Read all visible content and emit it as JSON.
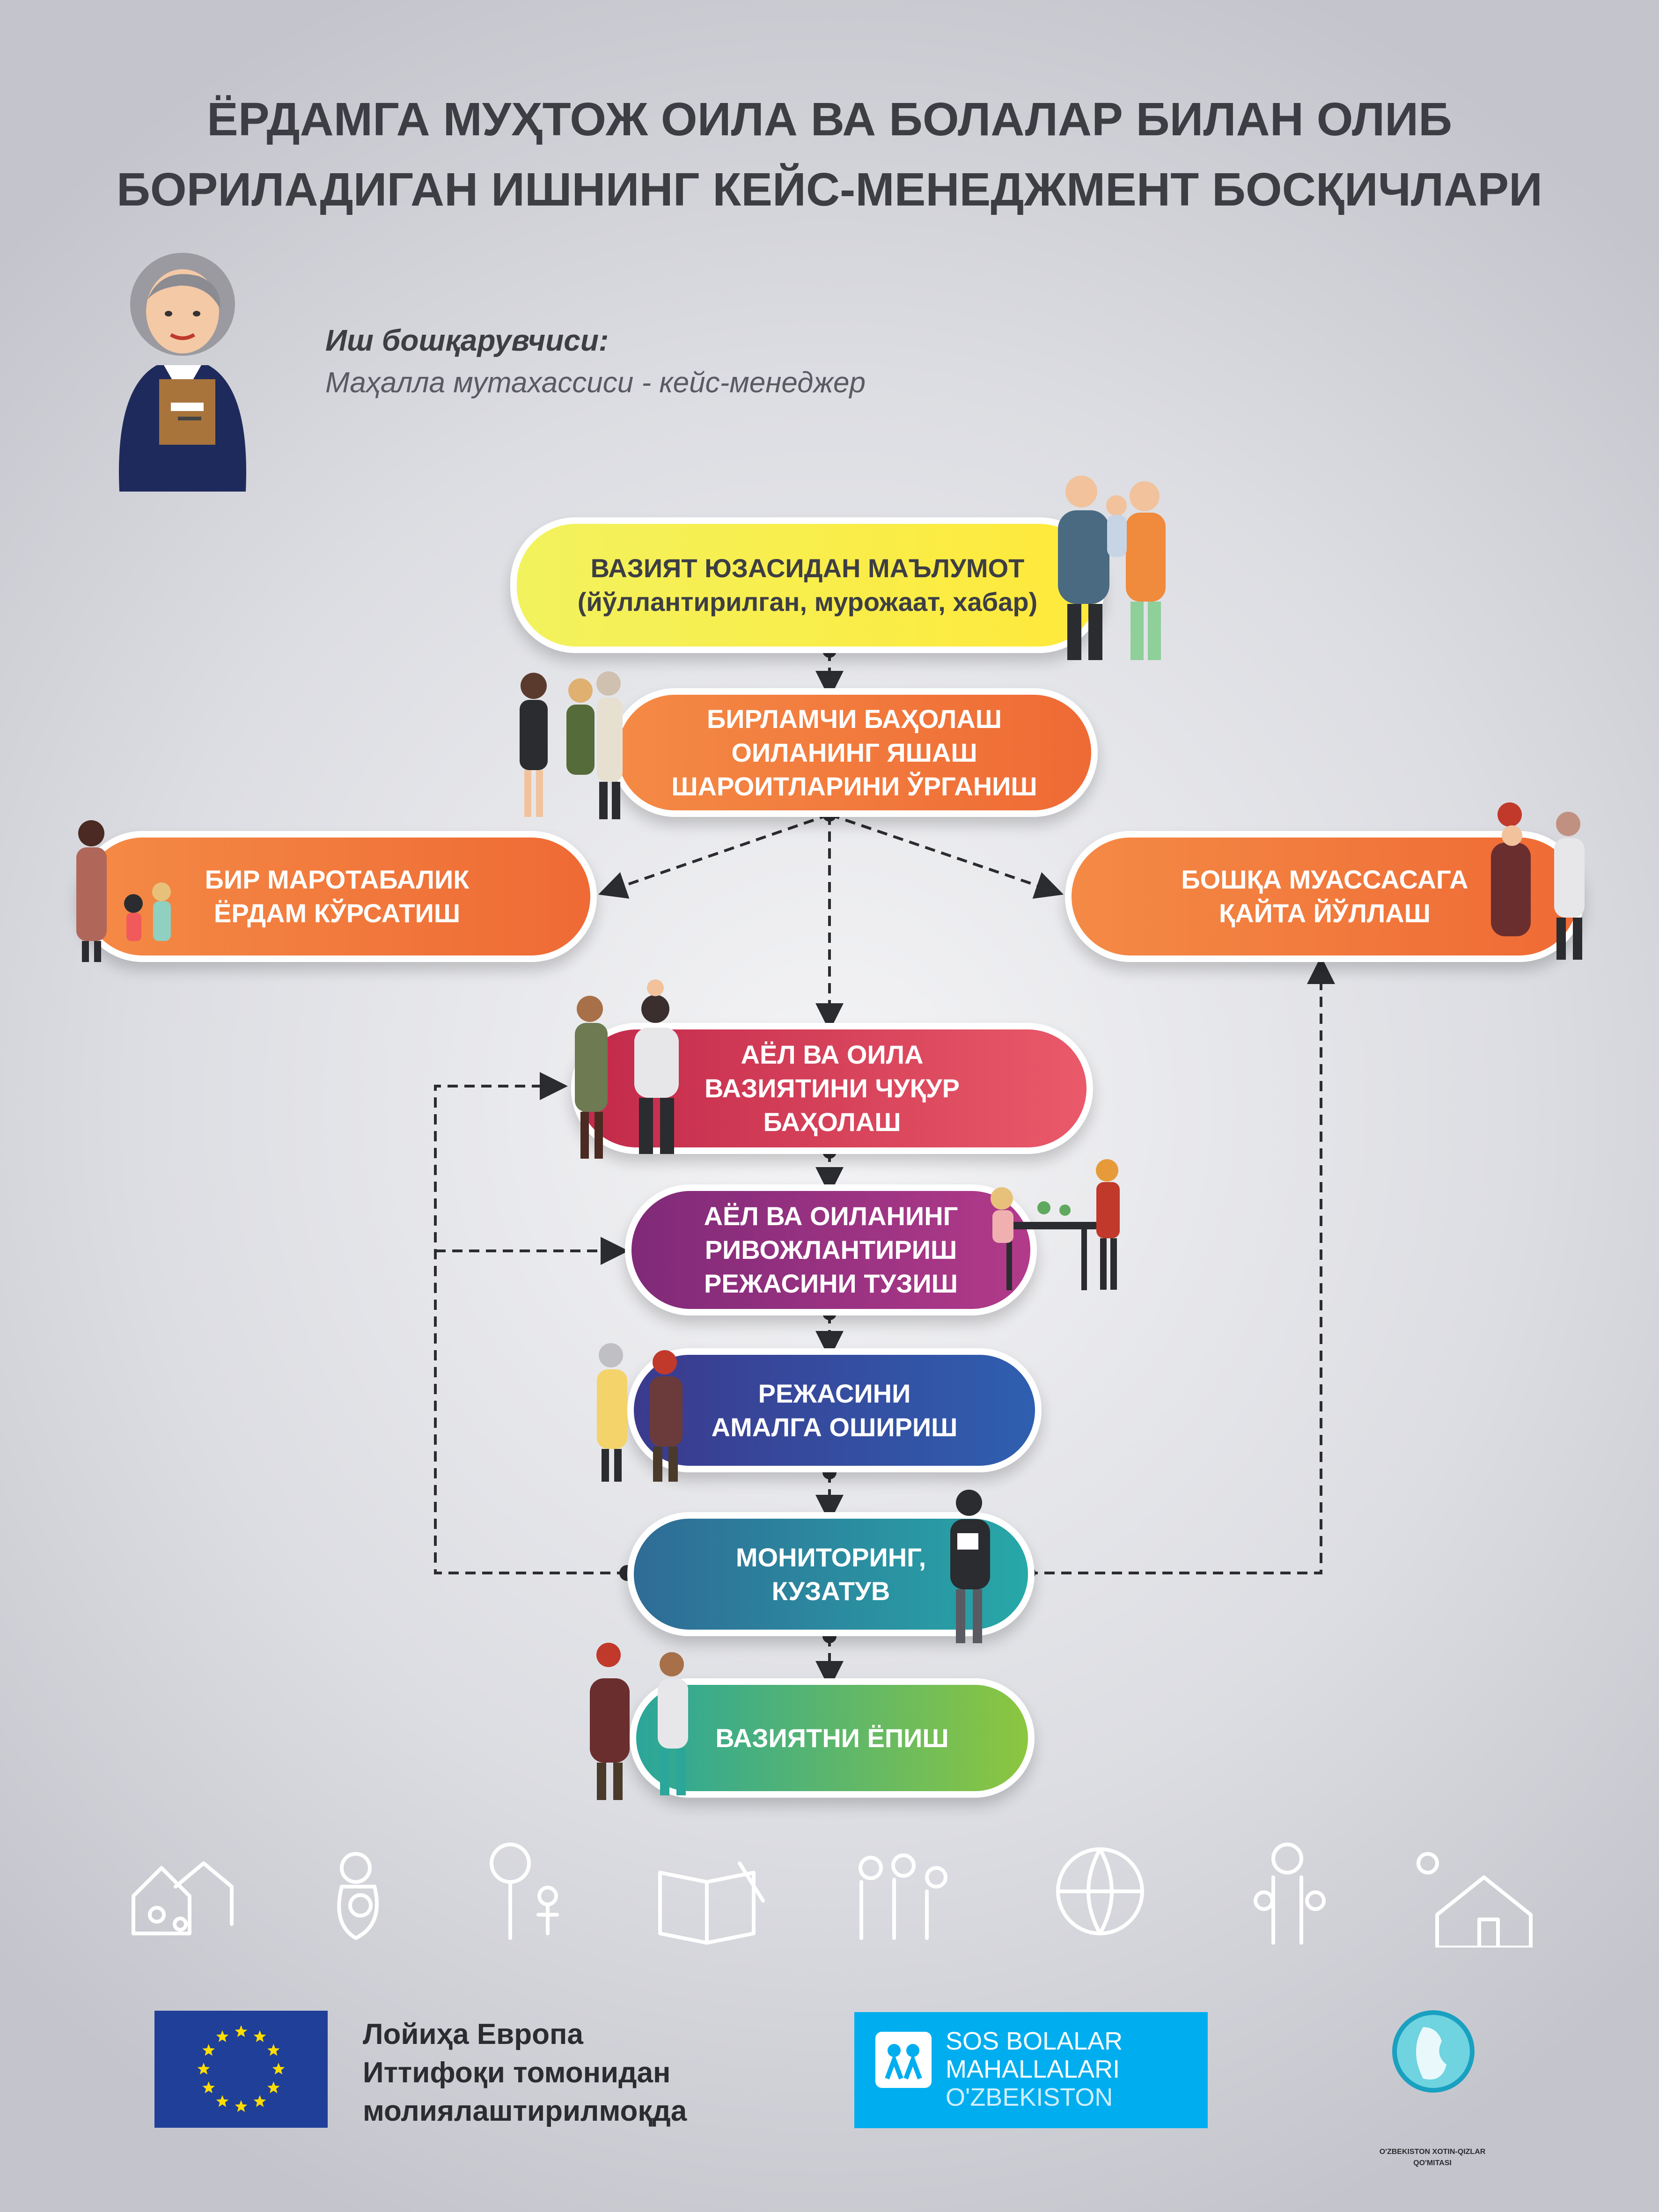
{
  "title": {
    "line1": "ЁРДАМГА МУҲТОЖ ОИЛА ВА БОЛАЛАР БИЛАН ОЛИБ",
    "line2": "БОРИЛАДИГАН ИШНИНГ КЕЙС-МЕНЕДЖМЕНТ БОСҚИЧЛАРИ"
  },
  "manager": {
    "label": "Иш бошқарувчиси:",
    "value": "Маҳалла мутахассиси - кейс-менеджер"
  },
  "steps": {
    "info": {
      "text": "ВАЗИЯТ ЮЗАСИДАН МАЪЛУМОТ\n(йўллантирилган, мурожаат, хабар)",
      "color_from": "#f2f25e",
      "color_to": "#ffe93a",
      "text_color": "#3d3e44"
    },
    "primary": {
      "text": "БИРЛАМЧИ БАҲОЛАШ\nОИЛАНИНГ ЯШАШ\nШАРОИТЛАРИНИ ЎРГАНИШ",
      "color_from": "#f48a45",
      "color_to": "#ef6a35"
    },
    "onetime": {
      "text": "БИР МАРОТАБАЛИК\nЁРДАМ КЎРСАТИШ",
      "color_from": "#f48a45",
      "color_to": "#ef6a35"
    },
    "referral": {
      "text": "БОШҚА МУАССАСАГА\nҚАЙТА ЙЎЛЛАШ",
      "color_from": "#f48a45",
      "color_to": "#ef6a35"
    },
    "deep": {
      "text": "АЁЛ ВА ОИЛА\nВАЗИЯТИНИ ЧУҚУР\nБАҲОЛАШ",
      "color_from": "#c2294a",
      "color_to": "#ea5a6a"
    },
    "plan": {
      "text": "АЁЛ ВА ОИЛАНИНГ\nРИВОЖЛАНТИРИШ\nРЕЖАСИНИ ТУЗИШ",
      "color_from": "#7f2a78",
      "color_to": "#b23a8a"
    },
    "implement": {
      "text": "РЕЖАСИНИ\nАМАЛГА ОШИРИШ",
      "color_from": "#3b3a8e",
      "color_to": "#2f5fb0"
    },
    "monitor": {
      "text": "МОНИТОРИНГ,\nКУЗАТУВ",
      "color_from": "#2f6b96",
      "color_to": "#27a8a8"
    },
    "close": {
      "text": "ВАЗИЯТНИ ЁПИШ",
      "color_from": "#2aa69a",
      "color_to": "#8cc63f"
    }
  },
  "icons": [
    "houses-icon",
    "mother-child-icon",
    "child-tree-icon",
    "book-icon",
    "family-icon",
    "globe-children-icon",
    "parent-children-icon",
    "house-sun-icon"
  ],
  "footer": {
    "eu_text": "Лойиҳа Европа\nИттифоқи томонидан\nмолиялаштирилмоқда",
    "sos_line1": "SOS BOLALAR",
    "sos_line2": "MAHALLALARI",
    "sos_line3": "O'ZBEKISTON",
    "women_committee": "O'ZBEKISTON XOTIN-QIZLAR\nQO'MITASI"
  },
  "colors": {
    "title": "#3d3e44",
    "connector": "#2b2c30",
    "eu_blue": "#1f3f99",
    "eu_star": "#ffdd00",
    "sos_blue": "#00aeef"
  }
}
